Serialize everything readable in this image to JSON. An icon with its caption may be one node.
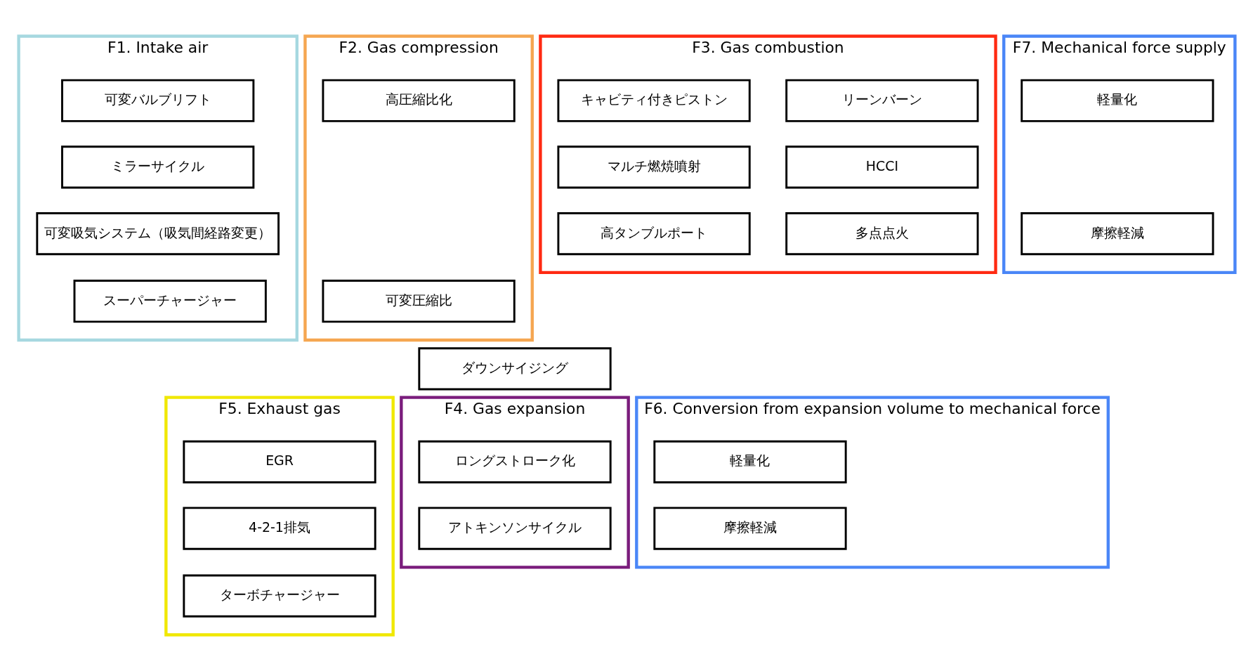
{
  "diagram": {
    "nodes": [
      {
        "text": [
          "F1. Intake air"
        ]
      },
      {
        "text": [
          "可変バルブリフト"
        ],
        "in": 0
      },
      {
        "text": [
          "ミラーサイクル"
        ],
        "in": 0
      },
      {
        "text": [
          "可変吸気システム（吸気間経路変更）"
        ],
        "in": 0
      },
      {
        "text": [
          "スーパーチャージャー"
        ],
        "in": 0
      },
      {
        "text": [
          "F2. Gas compression"
        ]
      },
      {
        "text": [
          "高圧縮比化"
        ],
        "in": 5
      },
      {
        "text": [
          "可変圧縮比"
        ],
        "in": 5
      },
      {
        "text": [
          "F3. Gas combustion"
        ]
      },
      {
        "text": [
          "リーンバーン"
        ],
        "in": 8
      },
      {
        "text": [
          "キャビティ付きピストン"
        ],
        "in": 8
      },
      {
        "text": [
          "HCCI"
        ],
        "in": 8
      },
      {
        "text": [
          "マルチ燃焼噴射"
        ],
        "in": 8
      },
      {
        "text": [
          "多点点火"
        ],
        "in": 8
      },
      {
        "text": [
          "高タンブルポート"
        ],
        "in": 8
      },
      {
        "text": [
          "F7. Mechanical force supply"
        ]
      },
      {
        "text": [
          "軽量化"
        ],
        "in": 15
      },
      {
        "text": [
          "摩擦軽減"
        ],
        "in": 15
      },
      {
        "text": [
          "ダウンサイジング"
        ]
      },
      {
        "text": [
          "F5. Exhaust gas"
        ]
      },
      {
        "text": [
          "EGR"
        ],
        "in": 19
      },
      {
        "text": [
          "4-2-1排気"
        ],
        "in": 19
      },
      {
        "text": [
          "ターボチャージャー"
        ],
        "in": 19
      },
      {
        "text": [
          "F4. Gas expansion"
        ]
      },
      {
        "text": [
          "ロングストローク化"
        ],
        "in": 23
      },
      {
        "text": [
          "アトキンソンサイクル"
        ],
        "in": 23
      },
      {
        "text": [
          "F6. Conversion from expansion volume to mechanical force"
        ]
      },
      {
        "text": [
          "軽量化"
        ],
        "in": 26
      },
      {
        "text": [
          "摩擦軽減"
        ],
        "in": 26
      }
    ],
    "edges": []
  }
}
